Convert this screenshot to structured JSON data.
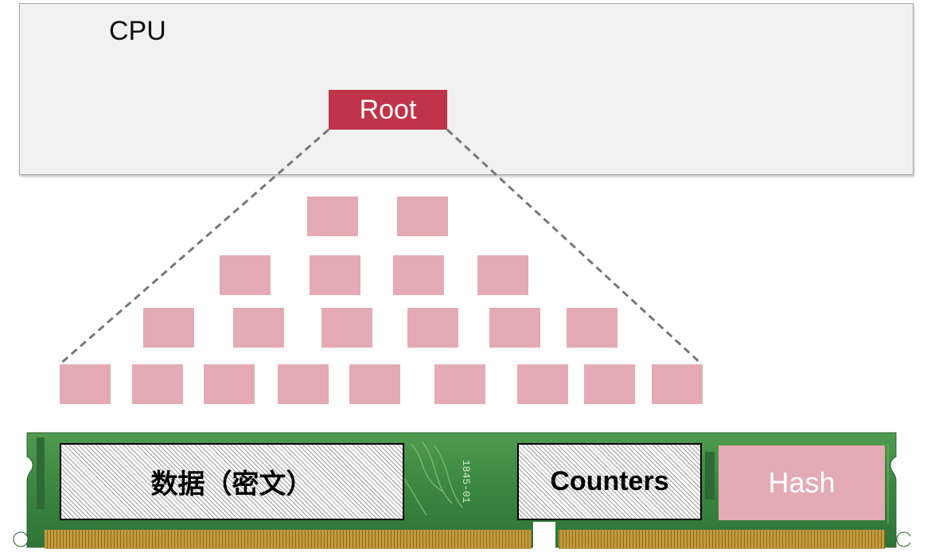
{
  "cpu": {
    "label": "CPU"
  },
  "root": {
    "label": "Root"
  },
  "tree": {
    "levels": [
      2,
      4,
      6,
      9
    ]
  },
  "memory": {
    "data_label": "数据（密文）",
    "counters_label": "Counters",
    "hash_label": "Hash",
    "pcb_text": "1845-01"
  },
  "colors": {
    "root": "#c13349",
    "node": "#e4abb4",
    "cpu_bg": "#f1f1f1",
    "pcb": "#3f8a43"
  }
}
